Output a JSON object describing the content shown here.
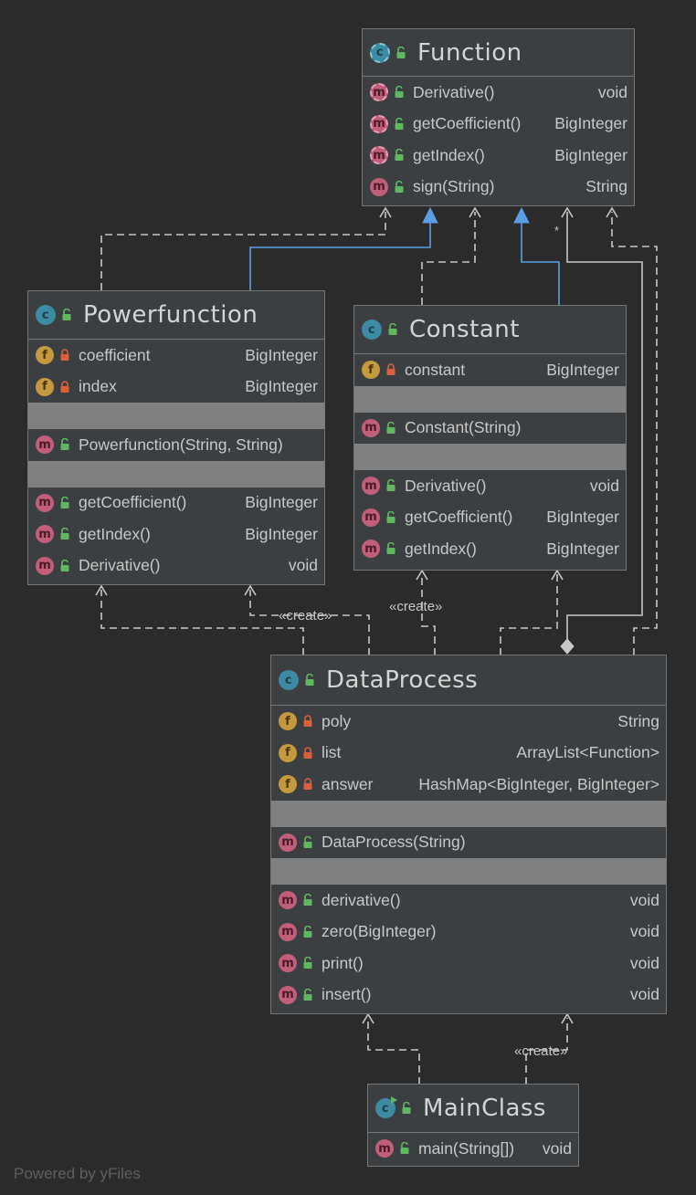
{
  "diagram": {
    "footer": "Powered by yFiles",
    "colors": {
      "background": "#2b2b2b",
      "box": "#3c3f41",
      "border": "#767676",
      "inherit_edge": "#5a9ee6",
      "dependency_edge": "#c8c8c8"
    },
    "edge_labels": {
      "create_powerfunction": "«create»",
      "create_constant": "«create»",
      "create_dataprocess": "«create»",
      "multiplicity_function": "*"
    },
    "classes": {
      "function": {
        "name": "Function",
        "icon": "class-icon",
        "members": [
          {
            "icon": "method",
            "name": "Derivative()",
            "type": "void"
          },
          {
            "icon": "method",
            "name": "getCoefficient()",
            "type": "BigInteger"
          },
          {
            "icon": "method",
            "name": "getIndex()",
            "type": "BigInteger"
          },
          {
            "icon": "method",
            "name": "sign(String)",
            "type": "String"
          }
        ]
      },
      "powerfunction": {
        "name": "Powerfunction",
        "icon": "class-icon",
        "fields": [
          {
            "icon": "field",
            "name": "coefficient",
            "type": "BigInteger"
          },
          {
            "icon": "field",
            "name": "index",
            "type": "BigInteger"
          }
        ],
        "constructors": [
          {
            "icon": "method",
            "name": "Powerfunction(String, String)",
            "type": ""
          }
        ],
        "methods": [
          {
            "icon": "method",
            "name": "getCoefficient()",
            "type": "BigInteger"
          },
          {
            "icon": "method",
            "name": "getIndex()",
            "type": "BigInteger"
          },
          {
            "icon": "method",
            "name": "Derivative()",
            "type": "void"
          }
        ]
      },
      "constant": {
        "name": "Constant",
        "icon": "class-icon",
        "fields": [
          {
            "icon": "field",
            "name": "constant",
            "type": "BigInteger"
          }
        ],
        "constructors": [
          {
            "icon": "method",
            "name": "Constant(String)",
            "type": ""
          }
        ],
        "methods": [
          {
            "icon": "method",
            "name": "Derivative()",
            "type": "void"
          },
          {
            "icon": "method",
            "name": "getCoefficient()",
            "type": "BigInteger"
          },
          {
            "icon": "method",
            "name": "getIndex()",
            "type": "BigInteger"
          }
        ]
      },
      "dataprocess": {
        "name": "DataProcess",
        "icon": "class-icon",
        "fields": [
          {
            "icon": "field",
            "name": "poly",
            "type": "String"
          },
          {
            "icon": "field",
            "name": "list",
            "type": "ArrayList<Function>"
          },
          {
            "icon": "field",
            "name": "answer",
            "type": "HashMap<BigInteger, BigInteger>"
          }
        ],
        "constructors": [
          {
            "icon": "method",
            "name": "DataProcess(String)",
            "type": ""
          }
        ],
        "methods": [
          {
            "icon": "method",
            "name": "derivative()",
            "type": "void"
          },
          {
            "icon": "method",
            "name": "zero(BigInteger)",
            "type": "void"
          },
          {
            "icon": "method",
            "name": "print()",
            "type": "void"
          },
          {
            "icon": "method",
            "name": "insert()",
            "type": "void"
          }
        ]
      },
      "mainclass": {
        "name": "MainClass",
        "icon": "runnable-class-icon",
        "members": [
          {
            "icon": "method",
            "name": "main(String[])",
            "type": "void"
          }
        ]
      }
    }
  }
}
